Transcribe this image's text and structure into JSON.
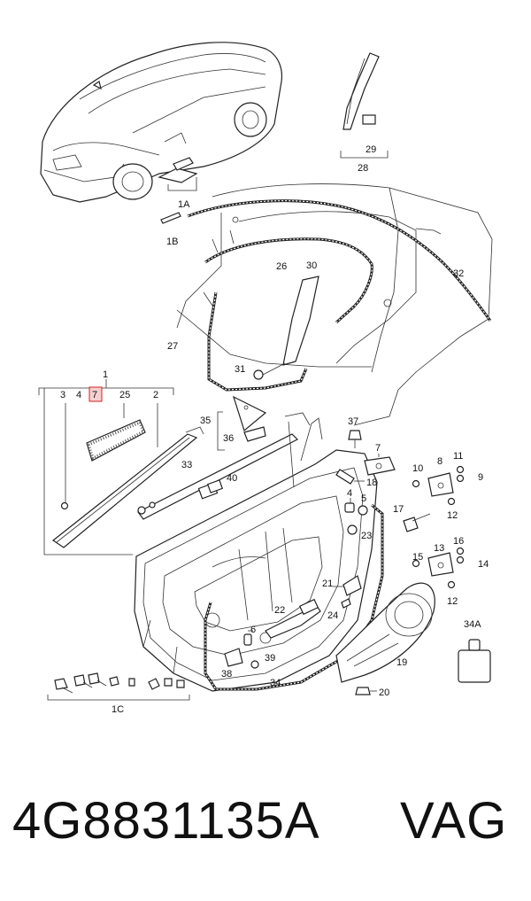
{
  "diagram": {
    "labels": {
      "l1A": "1A",
      "l1B": "1B",
      "l1": "1",
      "l1C": "1C",
      "l2": "2",
      "l3": "3",
      "l4": "4",
      "l5": "5",
      "l6": "6",
      "l7": "7",
      "l7b": "7",
      "l8": "8",
      "l9": "9",
      "l11": "11",
      "l12a": "12",
      "l12b": "12",
      "l13": "13",
      "l14": "14",
      "l15": "15",
      "l16": "16",
      "l17": "17",
      "l18": "18",
      "l19": "19",
      "l20": "20",
      "l21": "21",
      "l22": "22",
      "l23": "23",
      "l24": "24",
      "l25": "25",
      "l26": "26",
      "l27": "27",
      "l28": "28",
      "l29": "29",
      "l30": "30",
      "l31": "31",
      "l32": "32",
      "l33": "33",
      "l34": "34",
      "l34A": "34A",
      "l35": "35",
      "l36": "36",
      "l37": "37",
      "l38": "38",
      "l39": "39",
      "l40": "40",
      "l10": "10"
    }
  },
  "footer": {
    "part_number": "4G8831135A",
    "brand": "VAG"
  },
  "colors": {
    "highlight_fill": "#f6d0d0",
    "highlight_stroke": "#d22222",
    "ink": "#111111"
  }
}
